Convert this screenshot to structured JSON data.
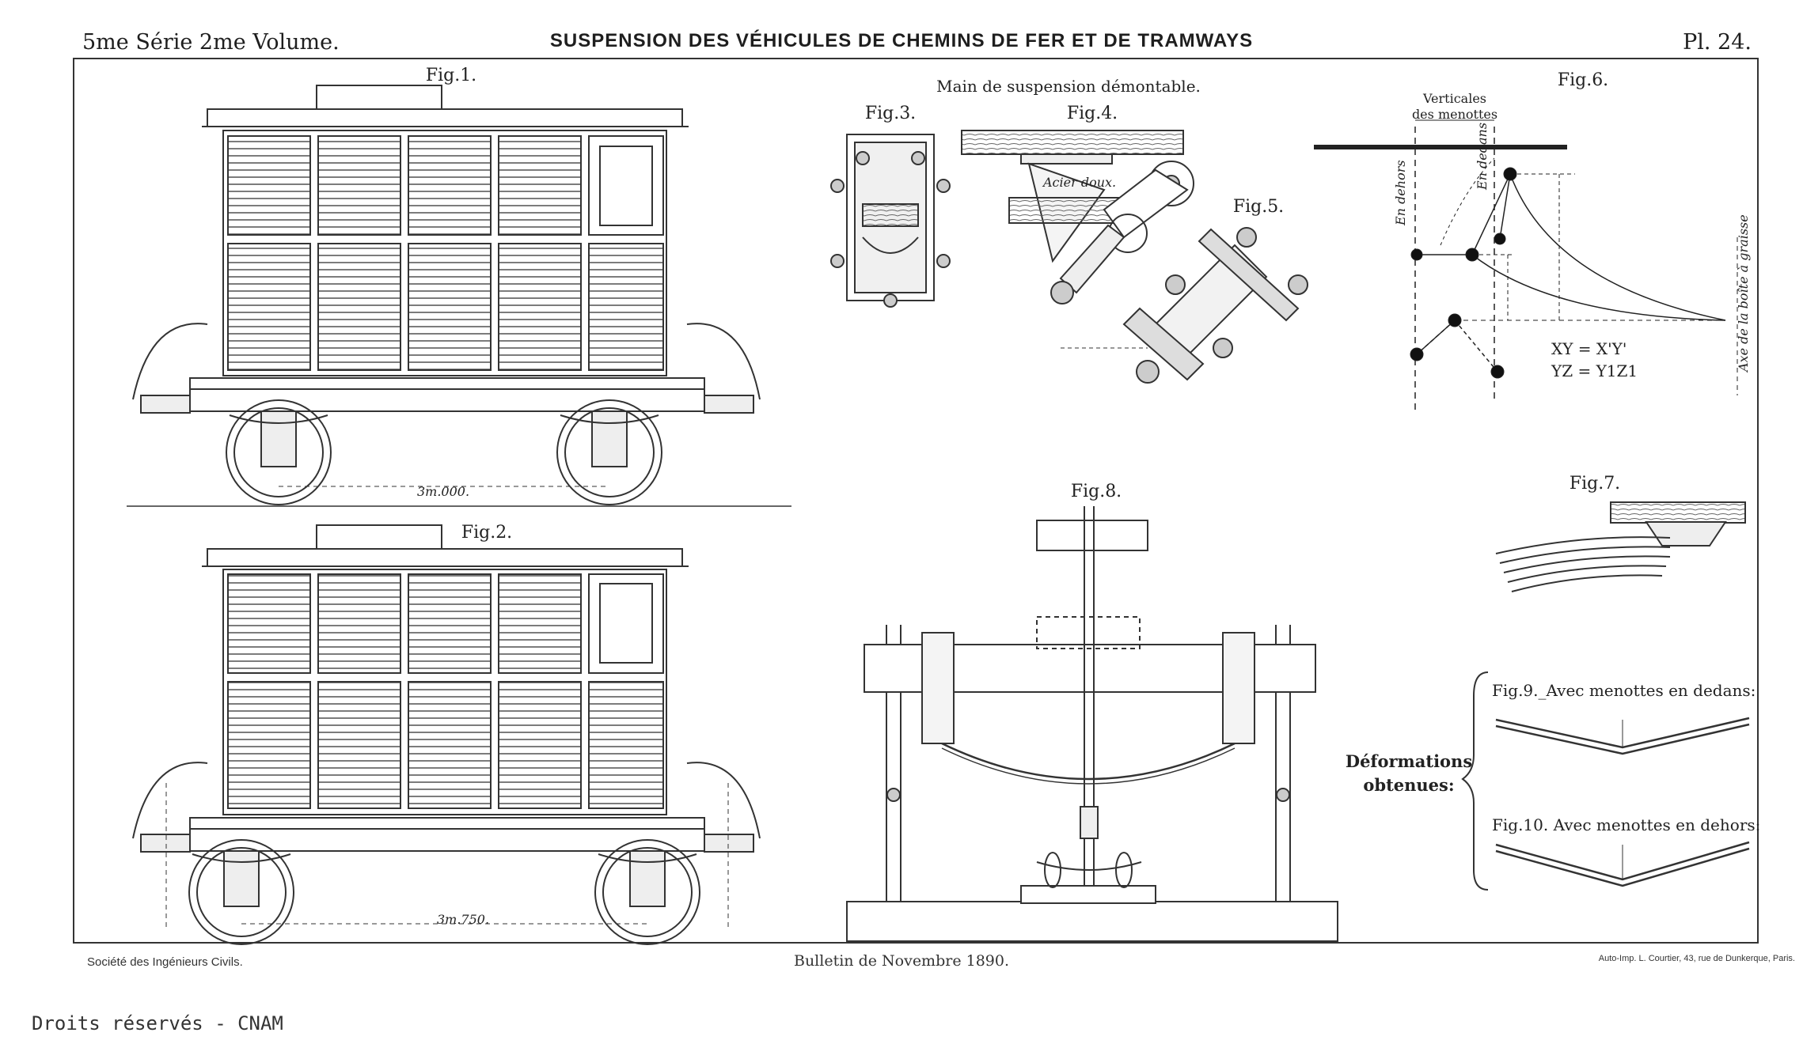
{
  "header": {
    "left": "5me Série 2me Volume.",
    "center": "SUSPENSION DES VÉHICULES DE CHEMINS DE FER ET DE TRAMWAYS",
    "right": "Pl. 24."
  },
  "footer": {
    "left": "Société des Ingénieurs Civils.",
    "center": "Bulletin de Novembre 1890.",
    "right": "Auto-Imp. L. Courtier, 43, rue de Dunkerque, Paris."
  },
  "credit": "Droits réservés - CNAM",
  "figures": {
    "fig1": "Fig.1.",
    "fig1_dim": "3m.000.",
    "fig2": "Fig.2.",
    "fig2_dim": "3m.750.",
    "main_title": "Main de suspension démontable.",
    "fig3": "Fig.3.",
    "fig4": "Fig.4.",
    "fig4_note": "Acier doux.",
    "fig5": "Fig.5.",
    "fig6": "Fig.6.",
    "fig6_verticales_1": "Verticales",
    "fig6_verticales_2": "des menottes",
    "fig6_dehors": "En dehors",
    "fig6_dedans": "En dedans",
    "fig6_axe": "Axe de la boîte à graisse",
    "fig6_eq1": "XY = X'Y'",
    "fig6_eq2": "YZ = Y1Z1",
    "fig7": "Fig.7.",
    "fig8": "Fig.8.",
    "fig9": "Fig.9._Avec menottes en dedans:",
    "fig10": "Fig.10. Avec menottes en dehors:",
    "deform_1": "Déformations",
    "deform_2": "obtenues:"
  }
}
